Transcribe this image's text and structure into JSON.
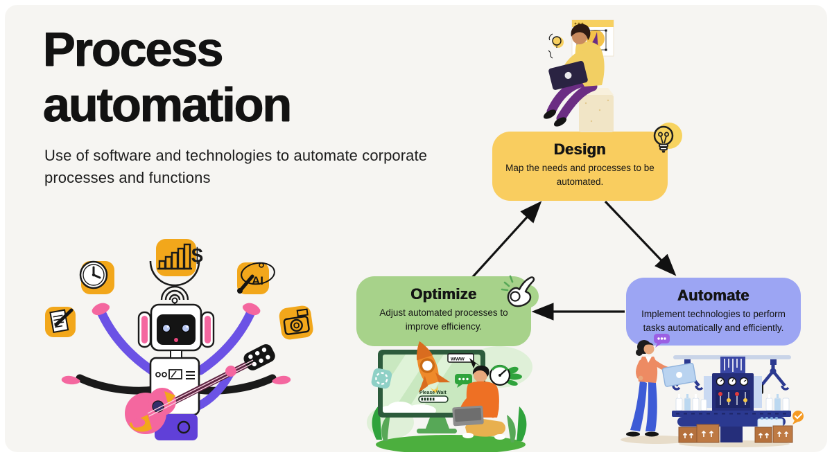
{
  "header": {
    "title_line1": "Process",
    "title_line2": "automation",
    "subtitle": "Use of software and technologies to automate corporate processes and functions"
  },
  "steps": [
    {
      "label": "Design",
      "description": "Map the needs and processes to be automated.",
      "color": "#F9CD5F",
      "icon": "lightbulb-icon"
    },
    {
      "label": "Automate",
      "description": "Implement technologies to perform tasks automatically and efficiently.",
      "color": "#9CA5F3",
      "icon": "speech-dots-icon"
    },
    {
      "label": "Optimize",
      "description": "Adjust automated processes to improve efficiency.",
      "color": "#A7D28A",
      "icon": "snap-hand-icon"
    }
  ],
  "flow_arrows": [
    {
      "from": "Optimize",
      "to": "Design"
    },
    {
      "from": "Design",
      "to": "Automate"
    },
    {
      "from": "Automate",
      "to": "Optimize"
    }
  ],
  "illustrations": {
    "robot": {
      "name": "multitasking-robot-playing-guitar",
      "ai_label": "AI",
      "dollar_label": "$"
    },
    "designer": {
      "name": "person-with-laptop-on-cube"
    },
    "optimize_scene": {
      "name": "monitor-rocket-launch",
      "url_text": "www",
      "loading_text": "Please Wait"
    },
    "factory": {
      "name": "automated-bottling-line"
    }
  },
  "colors": {
    "card_background": "#F6F5F2",
    "arrow": "#111111",
    "accent_yellow": "#F2A71B",
    "accent_pink": "#F4679F",
    "accent_purple": "#6B52E5"
  }
}
